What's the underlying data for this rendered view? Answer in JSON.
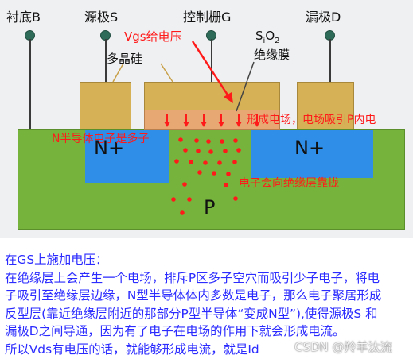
{
  "terminals": {
    "body": "衬底B",
    "source": "源极S",
    "gate": "控制栅G",
    "drain": "漏极D"
  },
  "labels": {
    "oxide_formula_base": "S",
    "oxide_formula_sub1": "i",
    "oxide_formula_mid": "O",
    "oxide_formula_sub2": "2",
    "oxide": "绝缘膜",
    "polysilicon": "多晶硅",
    "n_left": "N+",
    "n_right": "N+",
    "p_body": "P"
  },
  "annotations": {
    "vgs": "Vgs给电压",
    "field": "形成电场，电场吸引P内电",
    "n_electrons": "N半导体电子是多子",
    "move": "电子会向绝缘层靠拢"
  },
  "note": [
    "在GS上施加电压：",
    "在绝缘层上会产生一个电场，排斥P区多子空穴而吸引少子电子，将电",
    "子吸引至绝缘层边缘，N型半导体体内多数是电子，那么电子聚居形成",
    "反型层(靠近绝缘层附近的那部分P型半导体“变成N型”),使得源极S 和",
    "漏极D之间导通，因为有了电子在电场的作用下就会形成电流。",
    "所以Vds有电压的话，就能够形成电流，就是Id"
  ],
  "watermark": "CSDN @羚羊汰流",
  "colors": {
    "annotation_red": "#ff1a1a",
    "note_blue": "#2b2bff",
    "p_substrate": "#76b33c",
    "n_region": "#2f8ee8",
    "electrode": "#d7b155",
    "oxide": "#e8a874"
  }
}
